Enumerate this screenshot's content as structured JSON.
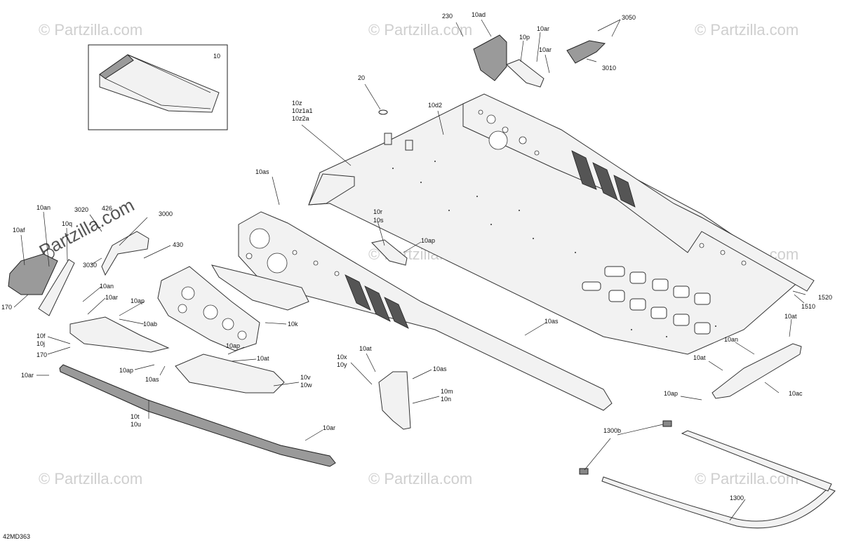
{
  "diagram": {
    "code": "42MD363",
    "watermark": "© Partzilla.com",
    "watermark_short": "Partzilla.com",
    "inset_label": "10",
    "callouts": [
      {
        "id": "c230",
        "text": "230"
      },
      {
        "id": "c10ad",
        "text": "10ad"
      },
      {
        "id": "c10ar_top",
        "text": "10ar"
      },
      {
        "id": "c10p",
        "text": "10p"
      },
      {
        "id": "c10ar_top2",
        "text": "10ar"
      },
      {
        "id": "c3050",
        "text": "3050"
      },
      {
        "id": "c3010",
        "text": "3010"
      },
      {
        "id": "c20",
        "text": "20"
      },
      {
        "id": "c10z",
        "text": "10z"
      },
      {
        "id": "c10z1a1",
        "text": "10z1a1"
      },
      {
        "id": "c10z2a",
        "text": "10z2a"
      },
      {
        "id": "c10d2",
        "text": "10d2"
      },
      {
        "id": "c10as_top",
        "text": "10as"
      },
      {
        "id": "c10an_left",
        "text": "10an"
      },
      {
        "id": "c3020",
        "text": "3020"
      },
      {
        "id": "c426",
        "text": "426"
      },
      {
        "id": "c3000",
        "text": "3000"
      },
      {
        "id": "c10af",
        "text": "10af"
      },
      {
        "id": "c10q",
        "text": "10q"
      },
      {
        "id": "c430",
        "text": "430"
      },
      {
        "id": "c3030",
        "text": "3030"
      },
      {
        "id": "c170a",
        "text": "170"
      },
      {
        "id": "c10an_mid",
        "text": "10an"
      },
      {
        "id": "c10ar_mid",
        "text": "10ar"
      },
      {
        "id": "c10ap_mid",
        "text": "10ap"
      },
      {
        "id": "c10ab",
        "text": "10ab"
      },
      {
        "id": "c10f",
        "text": "10f"
      },
      {
        "id": "c10j",
        "text": "10j"
      },
      {
        "id": "c170b",
        "text": "170"
      },
      {
        "id": "c10ar_left",
        "text": "10ar"
      },
      {
        "id": "c10ap_low",
        "text": "10ap"
      },
      {
        "id": "c10as_low",
        "text": "10as"
      },
      {
        "id": "c10ap_plate",
        "text": "10ap"
      },
      {
        "id": "c10at_plate",
        "text": "10at"
      },
      {
        "id": "c10k",
        "text": "10k"
      },
      {
        "id": "c10v",
        "text": "10v"
      },
      {
        "id": "c10w",
        "text": "10w"
      },
      {
        "id": "c10r",
        "text": "10r"
      },
      {
        "id": "c10s",
        "text": "10s"
      },
      {
        "id": "c10ap_center",
        "text": "10ap"
      },
      {
        "id": "c10t",
        "text": "10t"
      },
      {
        "id": "c10u",
        "text": "10u"
      },
      {
        "id": "c10ar_bottom",
        "text": "10ar"
      },
      {
        "id": "c10x",
        "text": "10x"
      },
      {
        "id": "c10y",
        "text": "10y"
      },
      {
        "id": "c10at_center",
        "text": "10at"
      },
      {
        "id": "c10as_center",
        "text": "10as"
      },
      {
        "id": "c10m",
        "text": "10m"
      },
      {
        "id": "c10n",
        "text": "10n"
      },
      {
        "id": "c10as_right",
        "text": "10as"
      },
      {
        "id": "c1520",
        "text": "1520"
      },
      {
        "id": "c1510",
        "text": "1510"
      },
      {
        "id": "c10at_right",
        "text": "10at"
      },
      {
        "id": "c10an_right",
        "text": "10an"
      },
      {
        "id": "c10at_right2",
        "text": "10at"
      },
      {
        "id": "c10ap_right",
        "text": "10ap"
      },
      {
        "id": "c10ac",
        "text": "10ac"
      },
      {
        "id": "c1300b",
        "text": "1300b"
      },
      {
        "id": "c1300",
        "text": "1300"
      }
    ]
  }
}
